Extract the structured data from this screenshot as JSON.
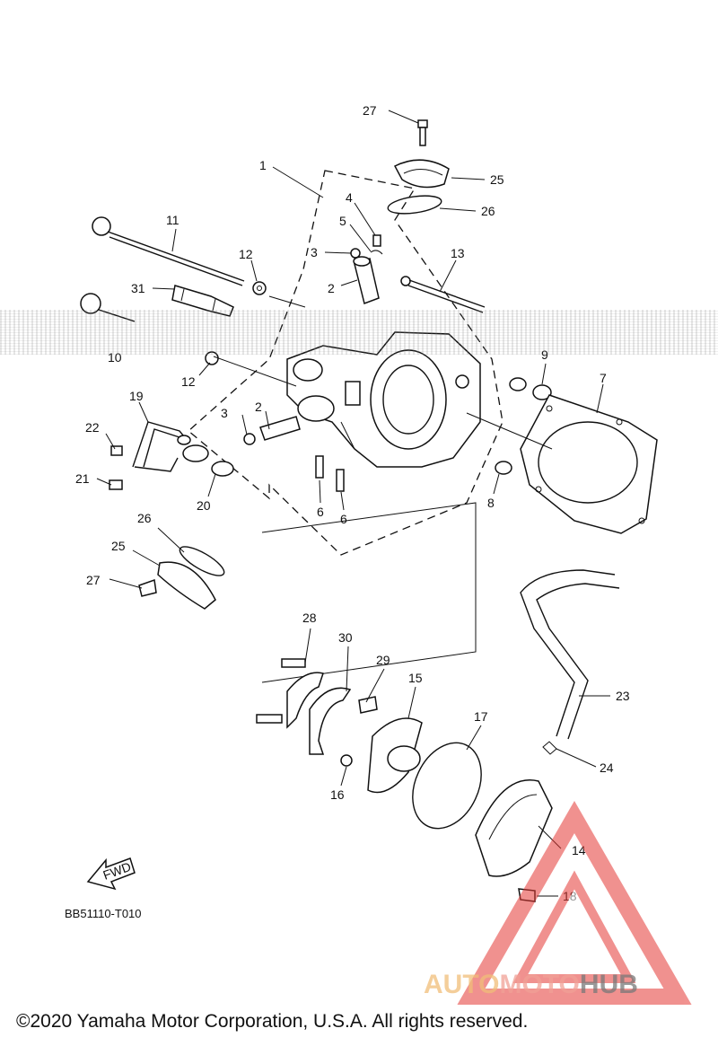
{
  "diagram": {
    "code": "BB51110-T010",
    "fwd_label": "FWD",
    "copyright": "©2020 Yamaha Motor Corporation, U.S.A. All rights reserved.",
    "callouts": {
      "c27a": "27",
      "c25a": "25",
      "c26a": "26",
      "c1": "1",
      "c4": "4",
      "c5": "5",
      "c3a": "3",
      "c2a": "2",
      "c11": "11",
      "c12a": "12",
      "c13": "13",
      "c31": "31",
      "c10": "10",
      "c12b": "12",
      "c9": "9",
      "c7": "7",
      "c19": "19",
      "c2b": "2",
      "c3b": "3",
      "c22": "22",
      "c21": "21",
      "c20": "20",
      "c6a": "6",
      "c6b": "6",
      "c8": "8",
      "c26b": "26",
      "c25b": "25",
      "c27b": "27",
      "c28": "28",
      "c30": "30",
      "c29": "29",
      "c15": "15",
      "c17": "17",
      "c23": "23",
      "c24": "24",
      "c16": "16",
      "c14": "14",
      "c18": "18"
    }
  },
  "watermark": {
    "part1": "AUTO",
    "part2": "MOTO",
    "part3": "HUB",
    "color": "#e53935"
  }
}
